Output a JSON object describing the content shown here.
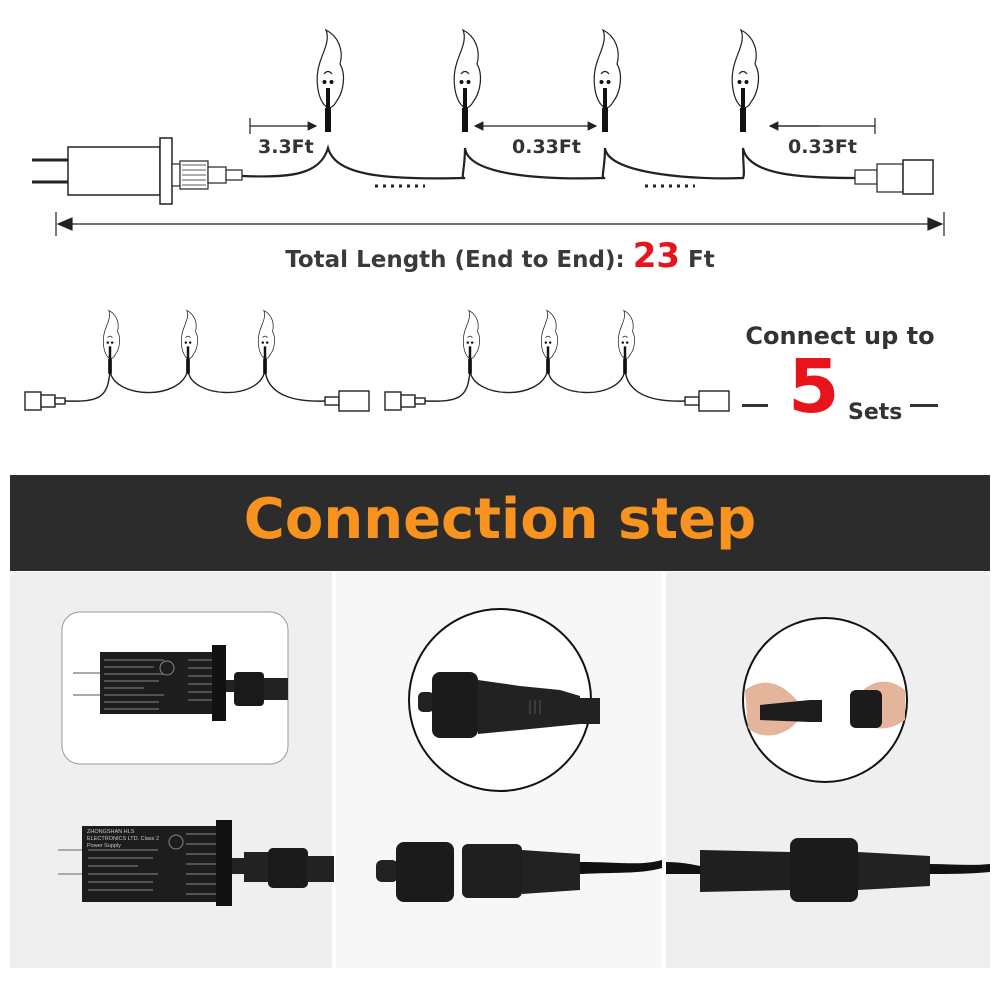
{
  "diagram": {
    "first_spacing": "3.3Ft",
    "bulb_spacing": "0.33Ft",
    "end_spacing": "0.33Ft",
    "total_length_label": "Total Length (End to End):",
    "total_length_value": "23",
    "total_length_unit": "Ft"
  },
  "connect": {
    "line1": "Connect up to",
    "count": "5",
    "unit": "Sets"
  },
  "banner": {
    "title": "Connection step"
  },
  "colors": {
    "accent_red": "#e8141b",
    "banner_bg": "#2c2c2c",
    "banner_text": "#f7931e"
  },
  "photo_label_text": "ZHONGSHAN HLS ELECTRONICS LTD. Class 2 Power Supply"
}
